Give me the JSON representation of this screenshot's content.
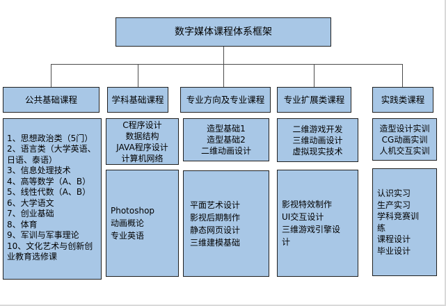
{
  "title": "数字媒体课程体系框架",
  "colors": {
    "box_fill": "#a8c7e6",
    "box_border": "#1f1f1f",
    "connector": "#4a4a4a",
    "background": "#ffffff",
    "text": "#000000"
  },
  "columns": [
    {
      "header": "公共基础课程",
      "boxes": [
        {
          "courses": [
            "1、思想政治类（5门）",
            "2、语言类（大学英语、日语、泰语）",
            "3、信息处理技术",
            "4、高等数学（A、B）",
            "5、线性代数（A、B）",
            "6、大学语文",
            "7、创业基础",
            "8、体育",
            "9、军训与军事理论",
            "10、文化艺术与创新创业教育选修课"
          ]
        }
      ]
    },
    {
      "header": "学科基础课程",
      "boxes": [
        {
          "courses": [
            "C程序设计",
            "数据结构",
            "JAVA程序设计",
            "计算机网络"
          ]
        },
        {
          "courses": [
            "Photoshop",
            "动画概论",
            "专业英语"
          ]
        }
      ]
    },
    {
      "header": "专业方向及专业课程",
      "boxes": [
        {
          "courses": [
            "造型基础1",
            "造型基础2",
            "二维动画设计"
          ]
        },
        {
          "courses": [
            "平面艺术设计",
            "影视后期制作",
            "静态网页设计",
            "三维建模基础"
          ]
        }
      ]
    },
    {
      "header": "专业扩展类课程",
      "boxes": [
        {
          "courses": [
            "二维游戏开发",
            "三维动画设计",
            "虚拟现实技术"
          ]
        },
        {
          "courses": [
            "影视特效制作",
            "UI交互设计",
            "三维游戏引擎设计"
          ]
        }
      ]
    },
    {
      "header": "实践类课程",
      "boxes": [
        {
          "courses": [
            "造型设计实训",
            "CG动画实训",
            "人机交互实训"
          ]
        },
        {
          "courses": [
            "认识实习",
            "生产实习",
            "学科竞赛训练",
            "课程设计",
            "毕业设计"
          ]
        }
      ]
    }
  ]
}
